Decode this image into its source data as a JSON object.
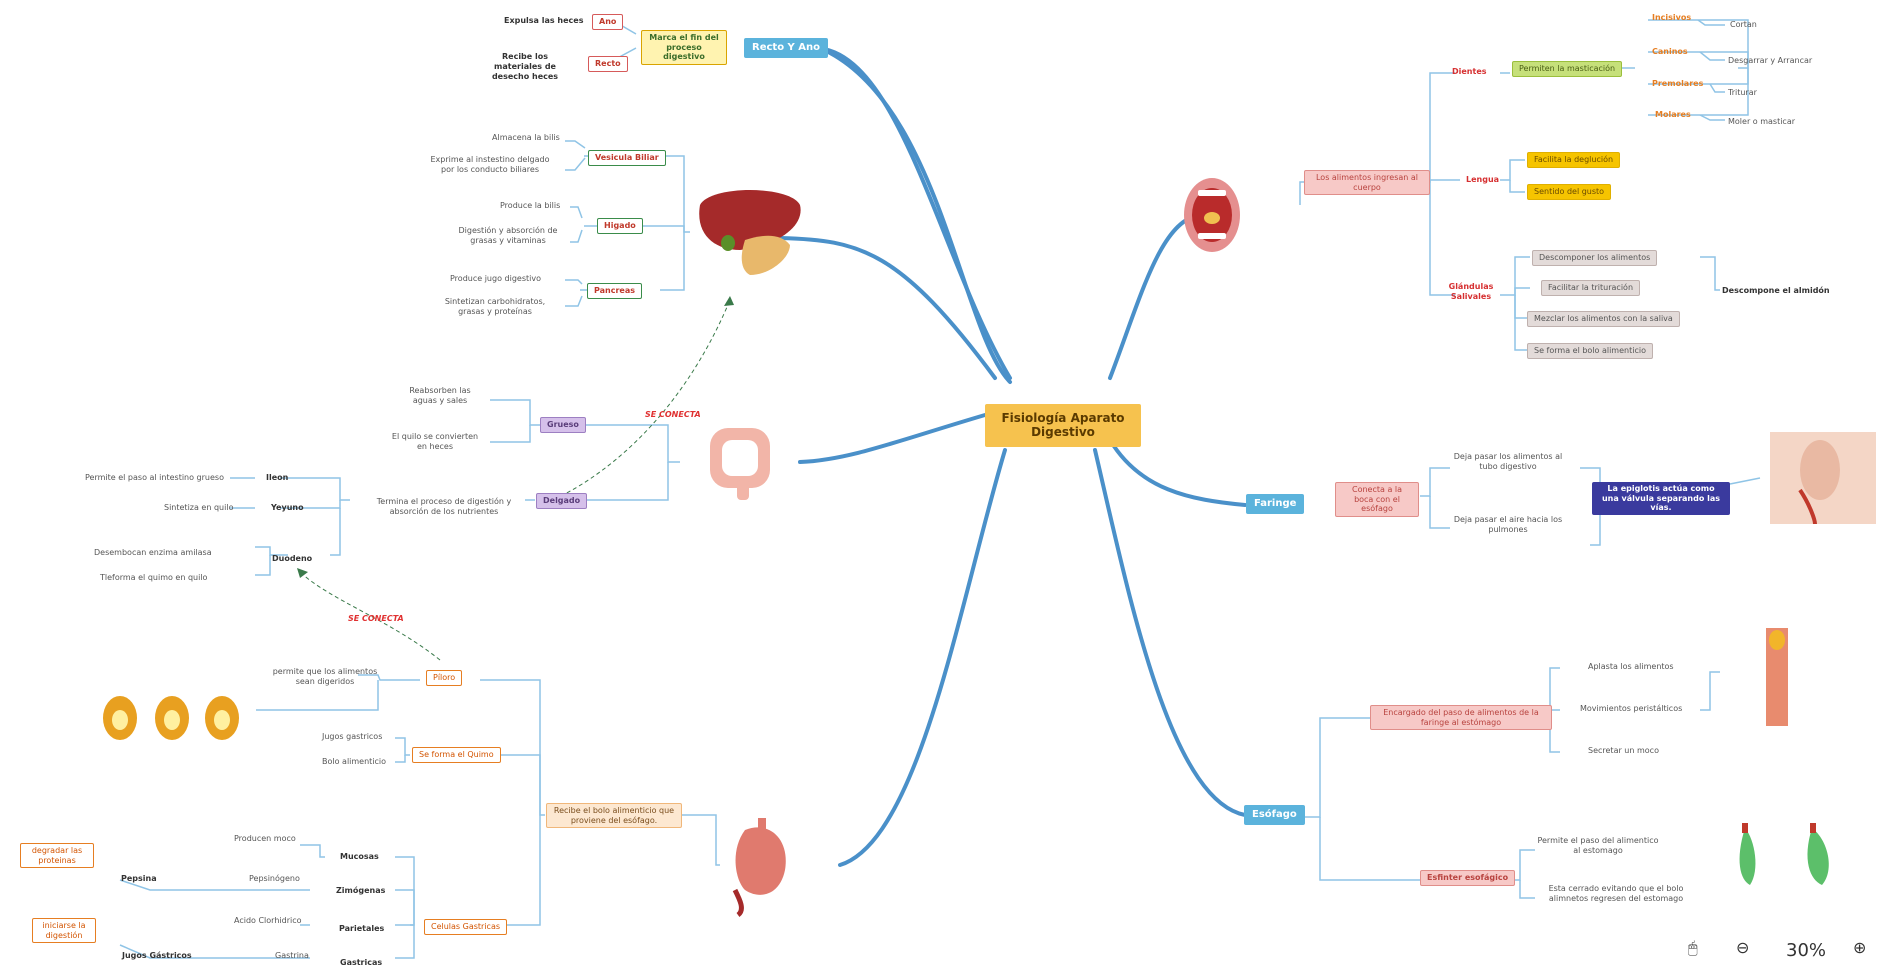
{
  "center": "Fisiología Aparato Digestivo",
  "recto": {
    "label": "Recto Y Ano",
    "desc": "Marca el fin del proceso digestivo",
    "ano": "Ano",
    "recto": "Recto",
    "ano_desc": "Expulsa las heces",
    "recto_desc": "Recibe los materiales de desecho heces"
  },
  "glandulas": {
    "vesicula": "Vesicula Biliar",
    "vesicula_items": [
      "Almacena la bilis",
      "Exprime al instestino delgado por los conducto biliares"
    ],
    "higado": "Higado",
    "higado_items": [
      "Produce la bilis",
      "Digestión y absorción de grasas y vitaminas"
    ],
    "pancreas": "Pancreas",
    "pancreas_items": [
      "Produce jugo digestivo",
      "Sintetizan carbohidratos, grasas y proteínas"
    ]
  },
  "intestinos": {
    "connect1": "SE CONECTA",
    "connect2": "SE CONECTA",
    "grueso": "Grueso",
    "grueso_items": [
      "Reabsorben las aguas y sales",
      "El quilo se convierten en heces"
    ],
    "delgado": "Delgado",
    "delgado_desc": "Termina el proceso de digestión y absorción de los nutrientes",
    "ileon": "Ileon",
    "ileon_desc": "Permite el paso al intestino grueso",
    "yeyuno": "Yeyuno",
    "yeyuno_desc": "Sintetiza en quilo",
    "duodeno": "Duodeno",
    "duodeno_items": [
      "Desembocan enzima amilasa",
      "Tleforma el quimo en quilo"
    ]
  },
  "estomago": {
    "main": "Recibe el bolo alimenticio que proviene del esófago.",
    "piloro": "Píloro",
    "piloro_desc": "permite que los alimentos sean digeridos",
    "quimo": "Se forma el Quimo",
    "quimo_items": [
      "Jugos gastricos",
      "Bolo alimenticio"
    ],
    "celulas": "Celulas Gastricas",
    "mucosas": "Mucosas",
    "mucosas_desc": "Producen moco",
    "zimogenas": "Zimógenas",
    "pepsinogeno": "Pepsinógeno",
    "pepsina": "Pepsina",
    "pepsina_desc": "degradar las proteinas",
    "parietales": "Parietales",
    "parietales_desc": "Acido Clorhidrico",
    "gastricas": "Gastricas",
    "gastrina": "Gastrina",
    "jugos": "Jugos Gástricos",
    "jugos_desc": "iniciarse la digestión"
  },
  "boca": {
    "main": "Los alimentos ingresan al cuerpo",
    "dientes": "Dientes",
    "masticacion": "Permiten la masticación",
    "incisivos": "Incisivos",
    "incisivos_desc": "Cortan",
    "caninos": "Caninos",
    "caninos_desc": "Desgarrar y Arrancar",
    "premolares": "Premolares",
    "premolares_desc": "Triturar",
    "molares": "Molares",
    "molares_desc": "Moler o masticar",
    "lengua": "Lengua",
    "lengua_items": [
      "Facilita la deglución",
      "Sentido del gusto"
    ],
    "glandulas": "Glándulas Salivales",
    "glandulas_items": [
      "Descomponer los alimentos",
      "Facilitar la trituración",
      "Mezclar los alimentos con la saliva",
      "Se forma el bolo alimenticio"
    ],
    "almidon": "Descompone el almidón"
  },
  "faringe": {
    "label": "Faringe",
    "desc": "Conecta a la boca con el esófago",
    "items": [
      "Deja pasar los alimentos al tubo digestivo",
      "Deja pasar el aire hacia los pulmones"
    ],
    "epiglotis": "La epiglotis actúa como una válvula separando las vías."
  },
  "esofago": {
    "label": "Esófago",
    "desc": "Encargado del paso de alimentos de la faringe al estómago",
    "items": [
      "Aplasta los alimentos",
      "Movimientos peristálticos",
      "Secretar un moco"
    ],
    "esfinter": "Esfinter esofágico",
    "esfinter_items": [
      "Permite el paso del alimentico al estomago",
      "Esta cerrado evitando que el bolo alimnetos regresen del estomago"
    ]
  },
  "statusbar": {
    "zoom": "30%"
  },
  "colors": {
    "branch": "#4a90c9",
    "center": "#f6c24e"
  }
}
